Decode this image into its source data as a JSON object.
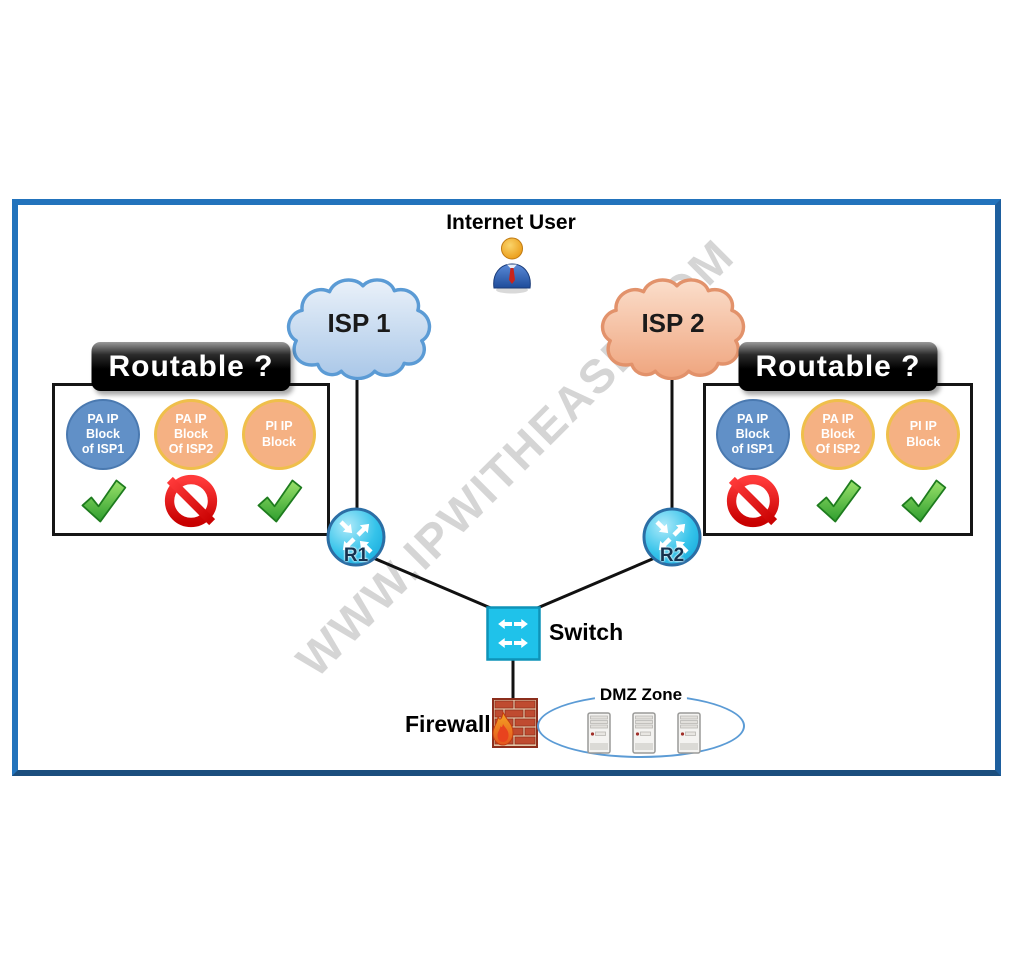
{
  "watermark": "WWW.IPWITHEASE.COM",
  "internet_user": {
    "label": "Internet User"
  },
  "isp_clouds": [
    {
      "label": "ISP 1"
    },
    {
      "label": "ISP 2"
    }
  ],
  "panels": [
    {
      "side": "left",
      "header": "Routable ?",
      "items": [
        {
          "label": "PA IP Block of ISP1",
          "verdict": "yes"
        },
        {
          "label": "PA IP Block Of ISP2",
          "verdict": "no"
        },
        {
          "label": "PI IP Block",
          "verdict": "yes"
        }
      ]
    },
    {
      "side": "right",
      "header": "Routable ?",
      "items": [
        {
          "label": "PA IP Block of ISP1",
          "verdict": "no"
        },
        {
          "label": "PA IP Block Of ISP2",
          "verdict": "yes"
        },
        {
          "label": "PI IP Block",
          "verdict": "yes"
        }
      ]
    }
  ],
  "routers": [
    {
      "label": "R1"
    },
    {
      "label": "R2"
    }
  ],
  "switch_node": {
    "label": "Switch"
  },
  "firewall_node": {
    "label": "Firewall"
  },
  "dmz": {
    "label": "DMZ Zone",
    "server_count": 3
  },
  "colors": {
    "frame_blue": "#2273BC",
    "cloud_blue_fill": "#C3D7EE",
    "cloud_blue_border": "#5B9BD5",
    "cloud_orange_fill": "#F4BB99",
    "cloud_orange_border": "#E2926B",
    "circle_blue": "#6190C7",
    "circle_orange": "#F5B183",
    "circle_orange_border": "#EFBF4B",
    "device_cyan": "#27C3E8",
    "check_green": "#3FAE3F",
    "deny_red": "#E11414",
    "brick_red": "#BF4B30"
  }
}
